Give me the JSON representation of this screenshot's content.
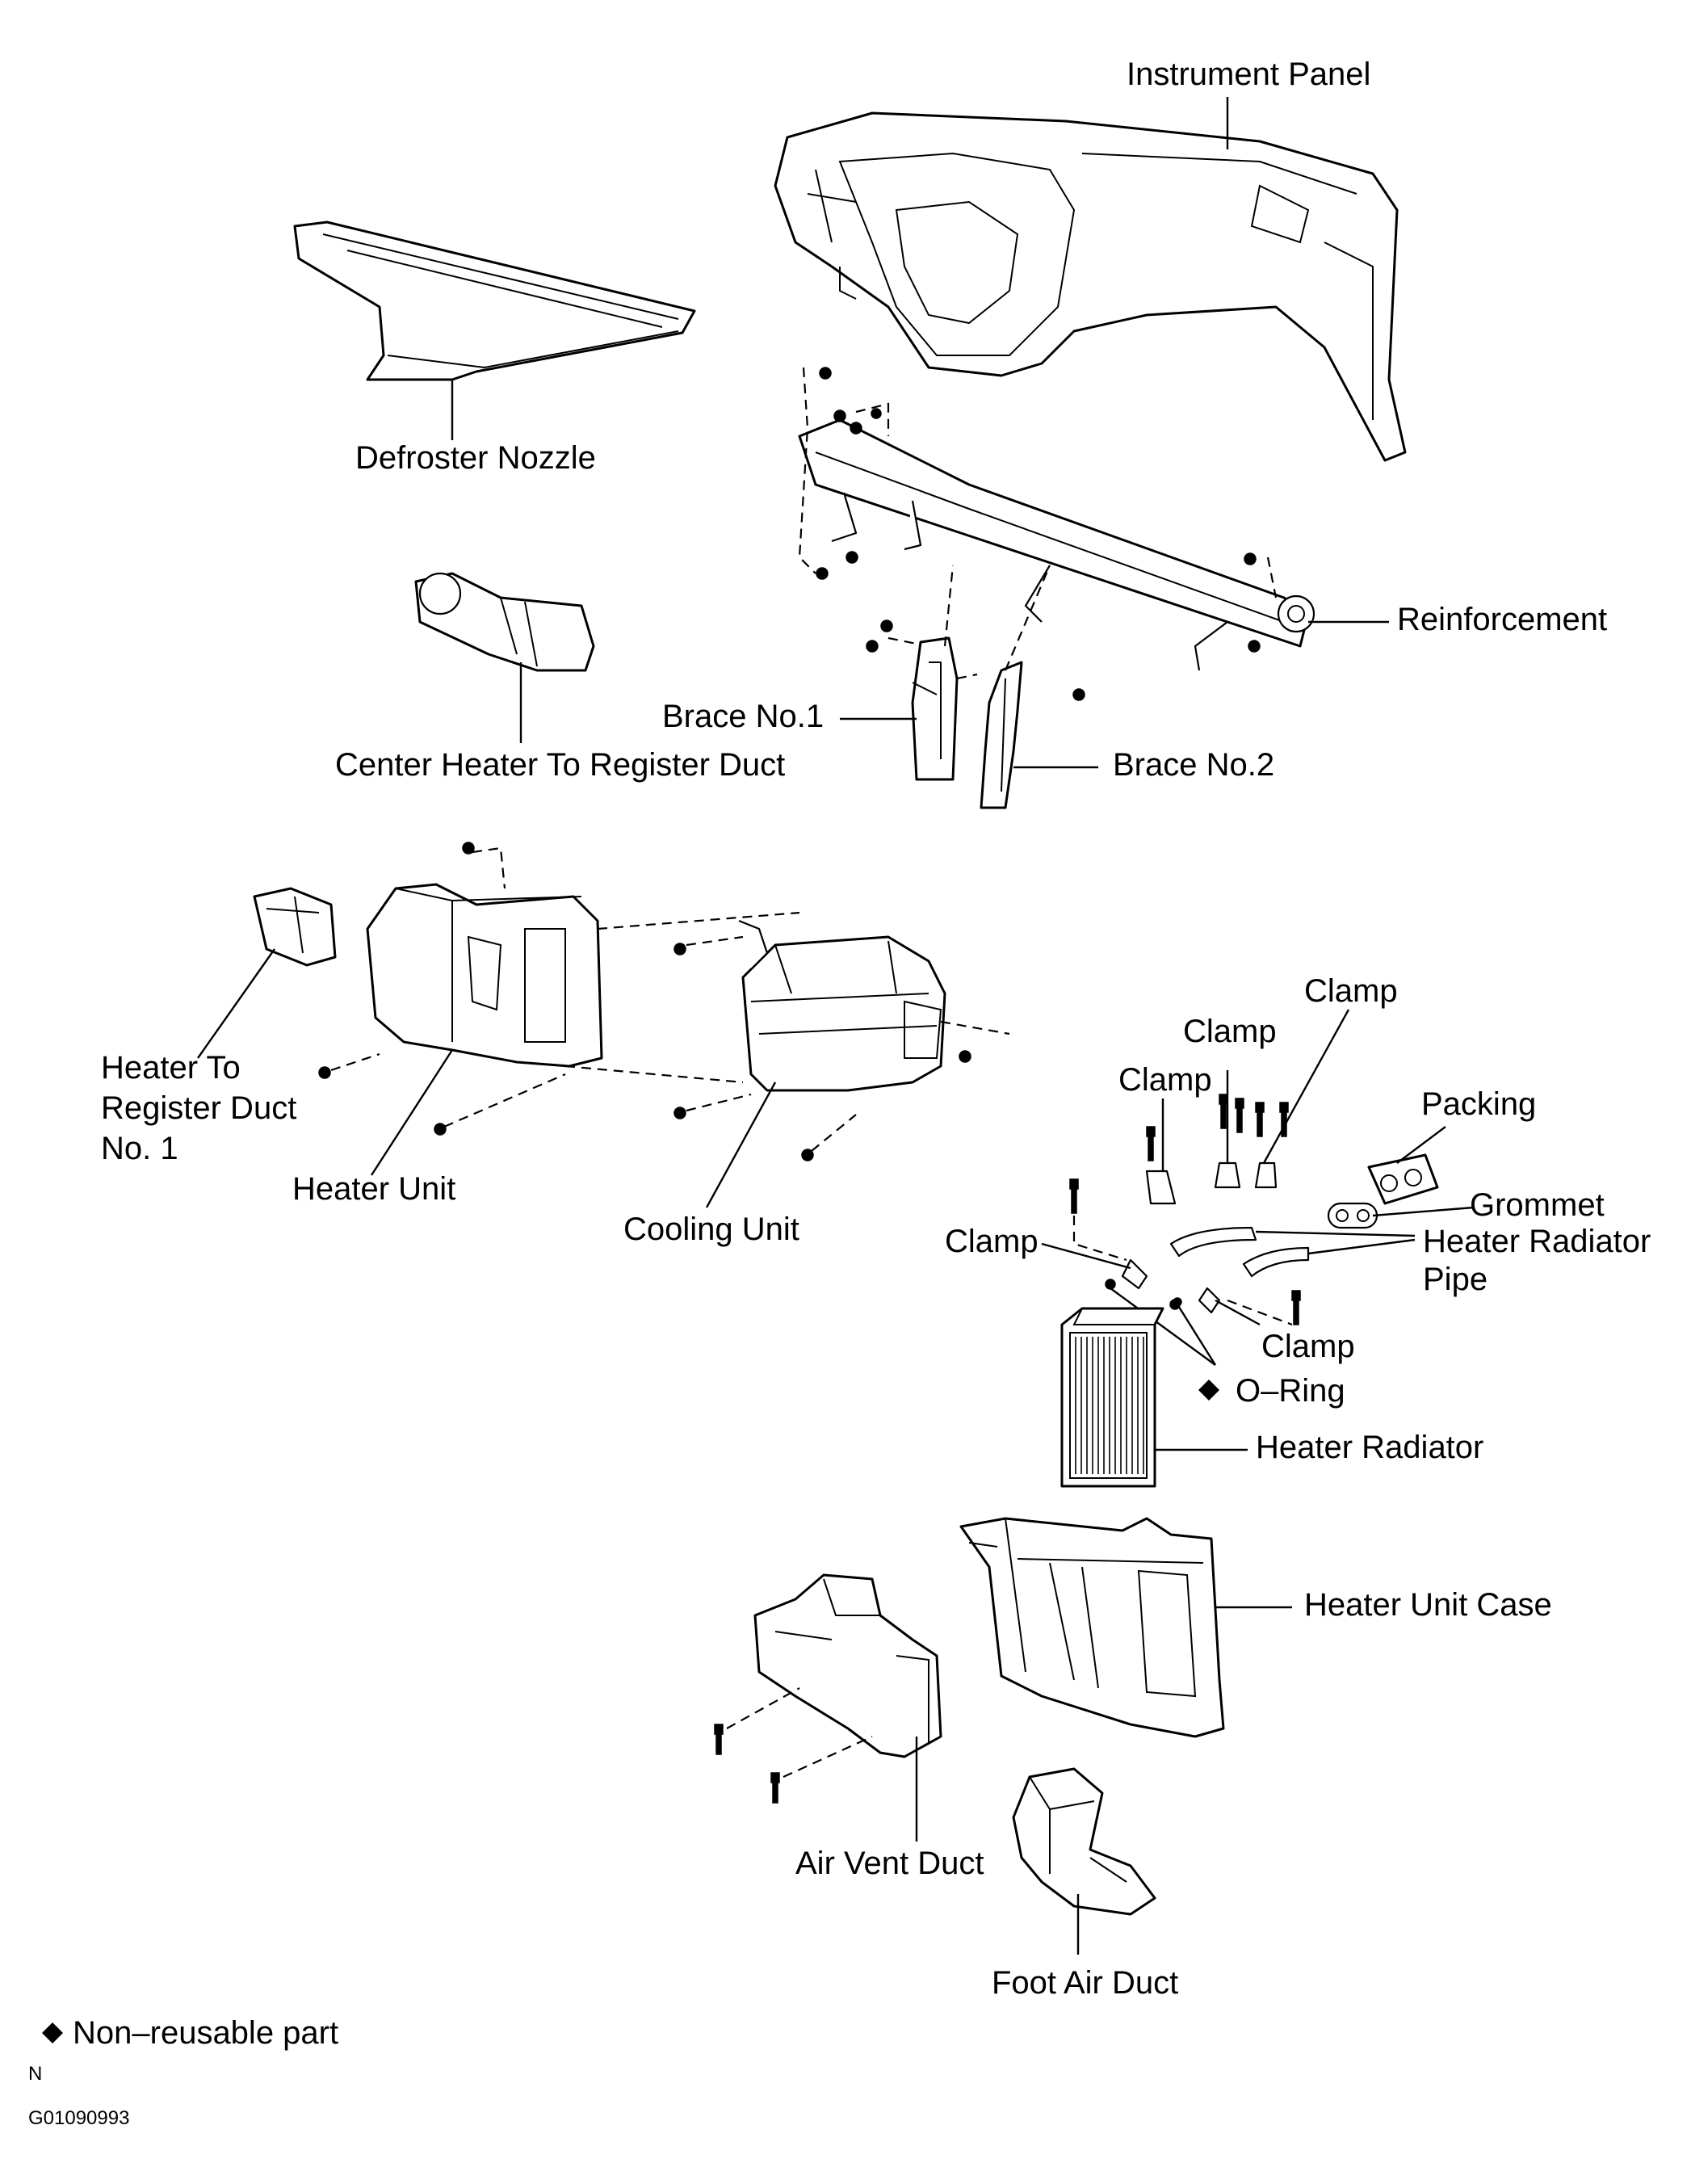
{
  "labels": {
    "instrument_panel": "Instrument Panel",
    "defroster_nozzle": "Defroster Nozzle",
    "reinforcement": "Reinforcement",
    "brace_no1": "Brace No.1",
    "brace_no2": "Brace No.2",
    "center_duct": "Center Heater To Register Duct",
    "heater_to_register_line1": "Heater To",
    "heater_to_register_line2": "Register Duct",
    "heater_to_register_line3": "No. 1",
    "heater_unit": "Heater Unit",
    "cooling_unit": "Cooling Unit",
    "clamp": "Clamp",
    "packing": "Packing",
    "grommet": "Grommet",
    "heater_radiator_pipe_line1": "Heater Radiator",
    "heater_radiator_pipe_line2": "Pipe",
    "o_ring": "O–Ring",
    "heater_radiator": "Heater Radiator",
    "heater_unit_case": "Heater Unit Case",
    "air_vent_duct": "Air Vent Duct",
    "foot_air_duct": "Foot Air Duct"
  },
  "legend": {
    "symbol": "◆",
    "text": "Non–reusable part"
  },
  "footer": {
    "orientation": "N",
    "figure_code": "G01090993"
  }
}
